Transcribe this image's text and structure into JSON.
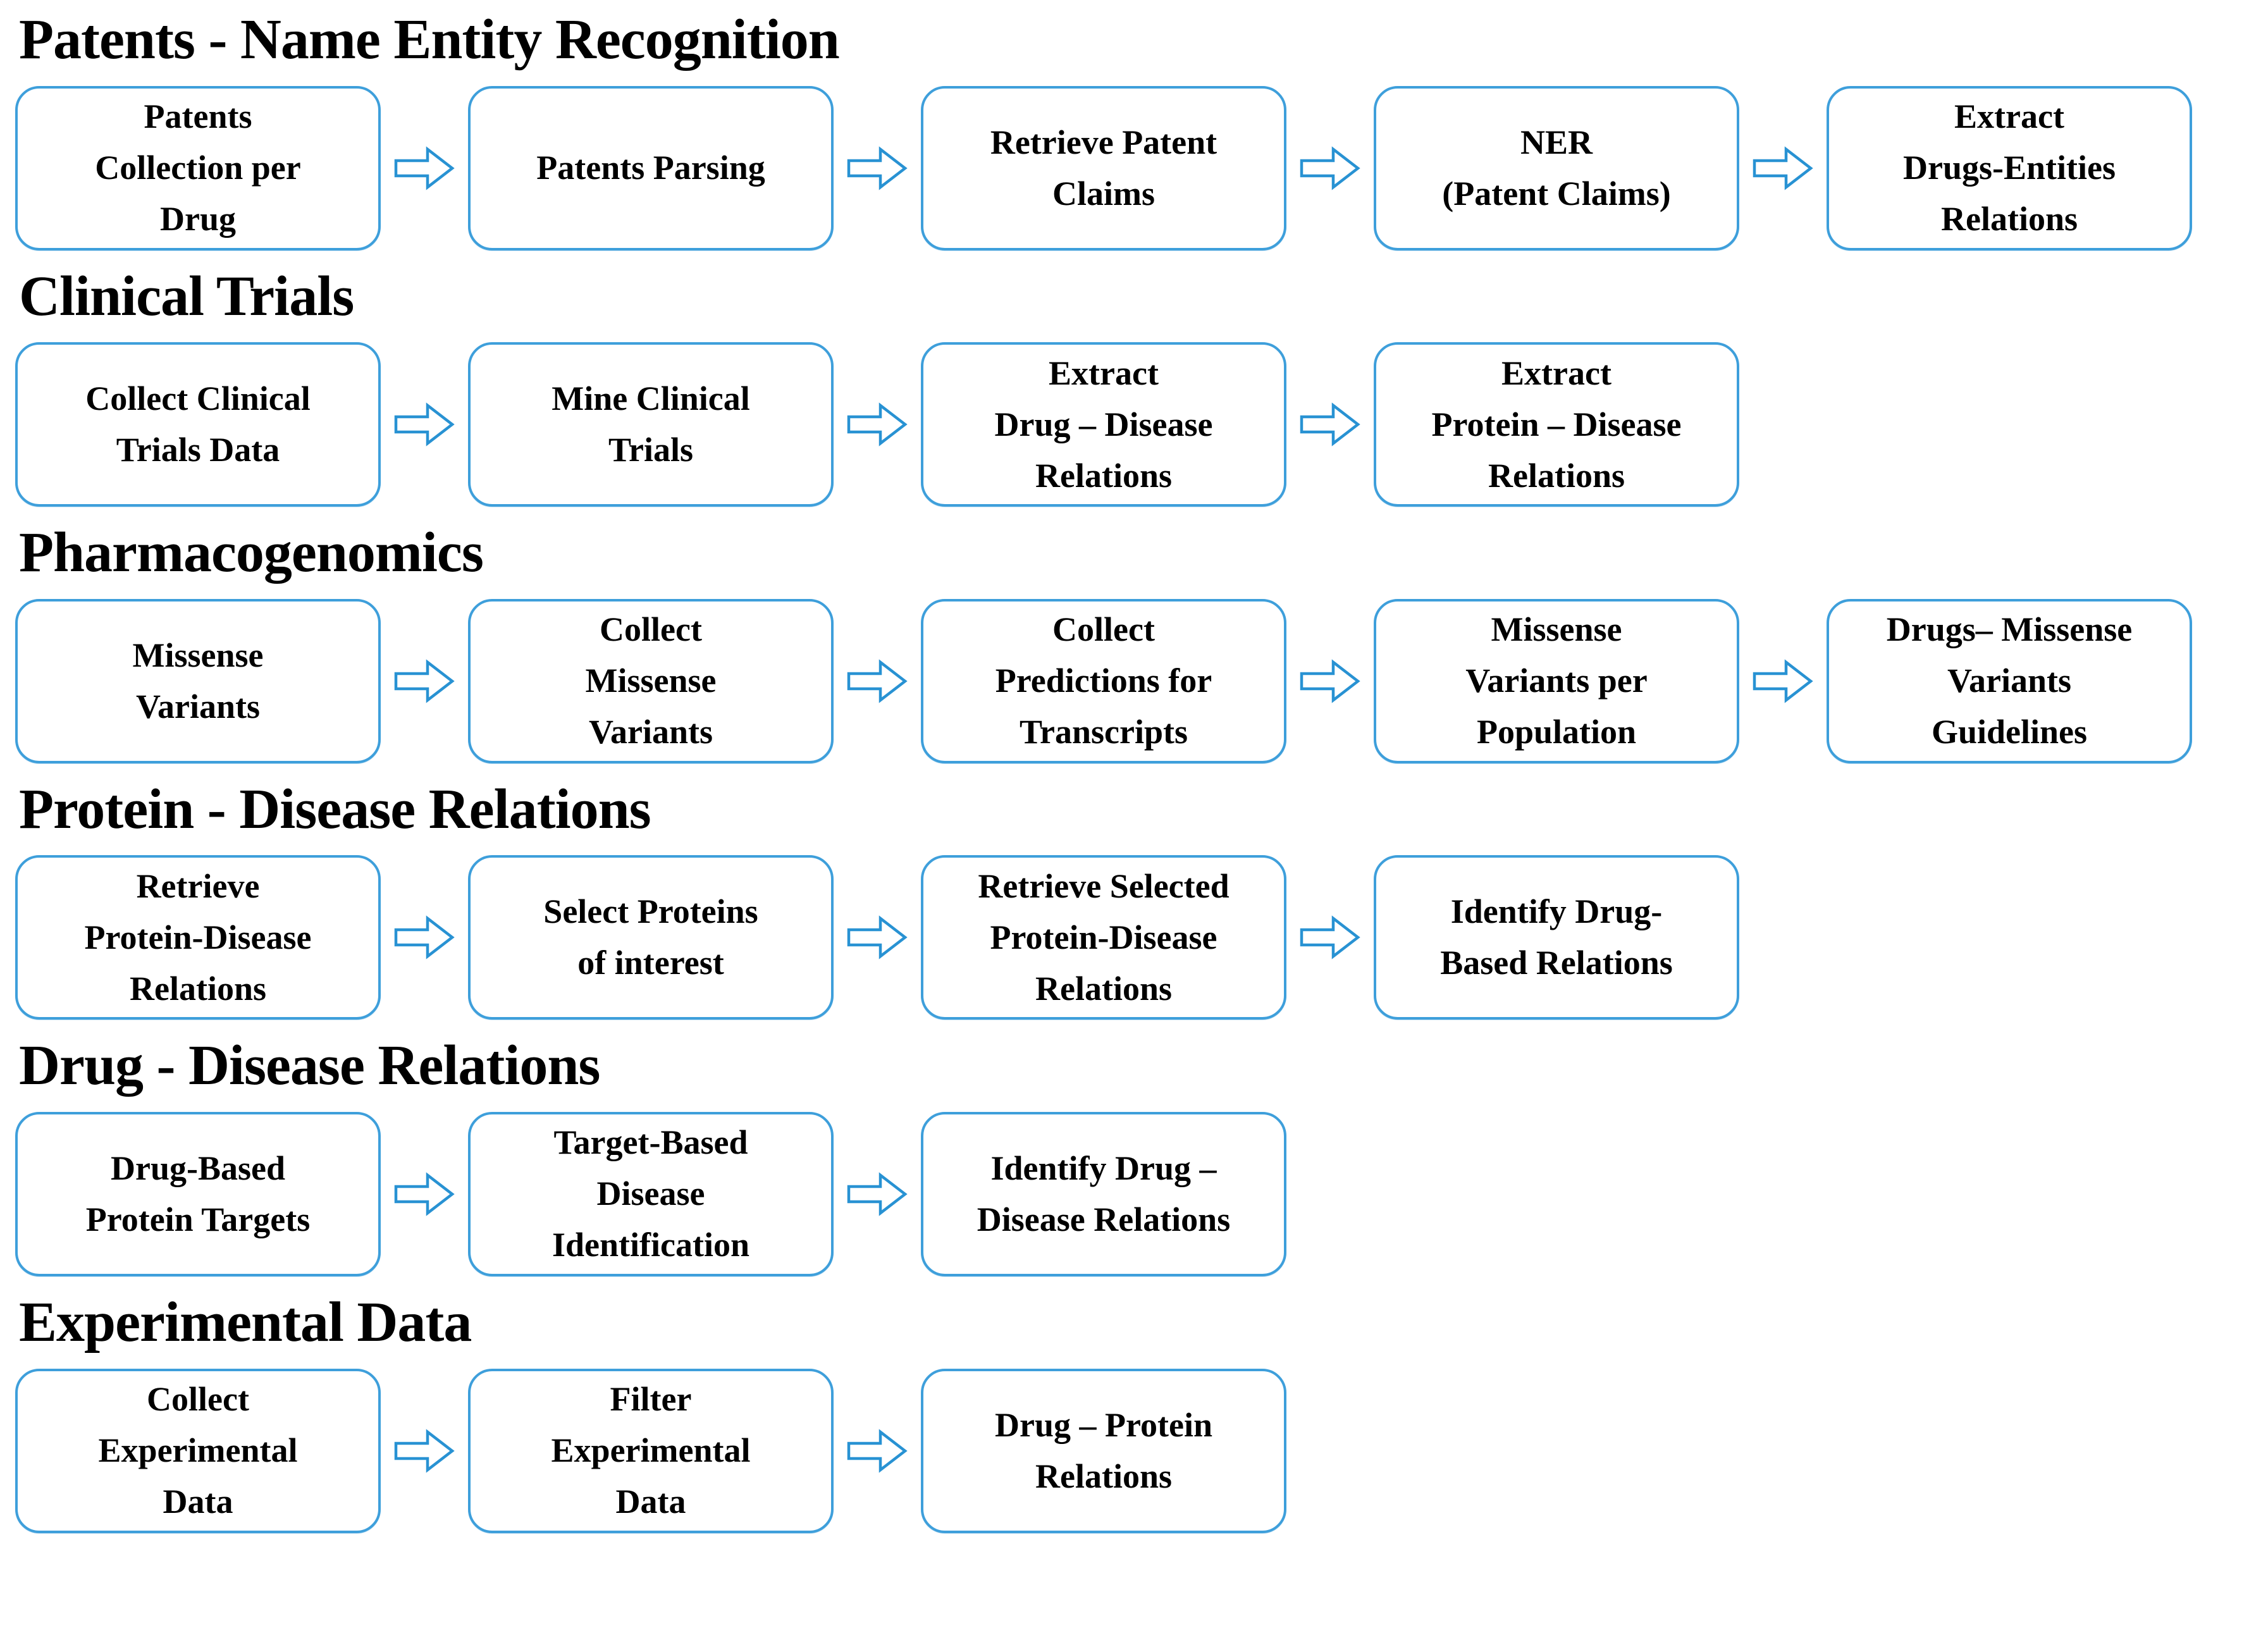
{
  "figure": {
    "colors": {
      "box_border": "#3E9FDB",
      "arrow_outline": "#2892D3",
      "text": "#000000",
      "background": "#FFFFFF"
    },
    "arrow_icon": "right-block-arrow",
    "sections": [
      {
        "title": "Patents - Name Entity Recognition",
        "steps": [
          {
            "lines": [
              "Patents",
              "Collection per",
              "Drug"
            ]
          },
          {
            "lines": [
              "Patents Parsing"
            ]
          },
          {
            "lines": [
              "Retrieve Patent",
              "Claims"
            ]
          },
          {
            "lines": [
              "NER",
              "(Patent Claims)"
            ]
          },
          {
            "lines": [
              "Extract",
              "Drugs-Entities",
              "Relations"
            ]
          }
        ]
      },
      {
        "title": "Clinical Trials",
        "steps": [
          {
            "lines": [
              "Collect Clinical",
              "Trials Data"
            ]
          },
          {
            "lines": [
              "Mine Clinical",
              "Trials"
            ]
          },
          {
            "lines": [
              "Extract",
              "Drug – Disease",
              "Relations"
            ]
          },
          {
            "lines": [
              "Extract",
              "Protein – Disease",
              "Relations"
            ]
          }
        ]
      },
      {
        "title": "Pharmacogenomics",
        "steps": [
          {
            "lines": [
              "Missense",
              "Variants"
            ]
          },
          {
            "lines": [
              "Collect",
              "Missense",
              "Variants"
            ]
          },
          {
            "lines": [
              "Collect",
              "Predictions for",
              "Transcripts"
            ]
          },
          {
            "lines": [
              "Missense",
              "Variants per",
              "Population"
            ]
          },
          {
            "lines": [
              "Drugs– Missense",
              "Variants",
              "Guidelines"
            ]
          }
        ]
      },
      {
        "title": "Protein - Disease Relations",
        "steps": [
          {
            "lines": [
              "Retrieve",
              "Protein-Disease",
              "Relations"
            ]
          },
          {
            "lines": [
              "Select Proteins",
              "of interest"
            ]
          },
          {
            "lines": [
              "Retrieve Selected",
              "Protein-Disease",
              "Relations"
            ]
          },
          {
            "lines": [
              "Identify Drug-",
              "Based Relations"
            ]
          }
        ]
      },
      {
        "title": "Drug - Disease Relations",
        "steps": [
          {
            "lines": [
              "Drug-Based",
              "Protein Targets"
            ]
          },
          {
            "lines": [
              "Target-Based",
              "Disease",
              "Identification"
            ]
          },
          {
            "lines": [
              "Identify Drug –",
              "Disease Relations"
            ]
          }
        ]
      },
      {
        "title": "Experimental Data",
        "steps": [
          {
            "lines": [
              "Collect",
              "Experimental",
              "Data"
            ]
          },
          {
            "lines": [
              "Filter",
              "Experimental",
              "Data"
            ]
          },
          {
            "lines": [
              "Drug – Protein",
              "Relations"
            ]
          }
        ]
      }
    ]
  }
}
